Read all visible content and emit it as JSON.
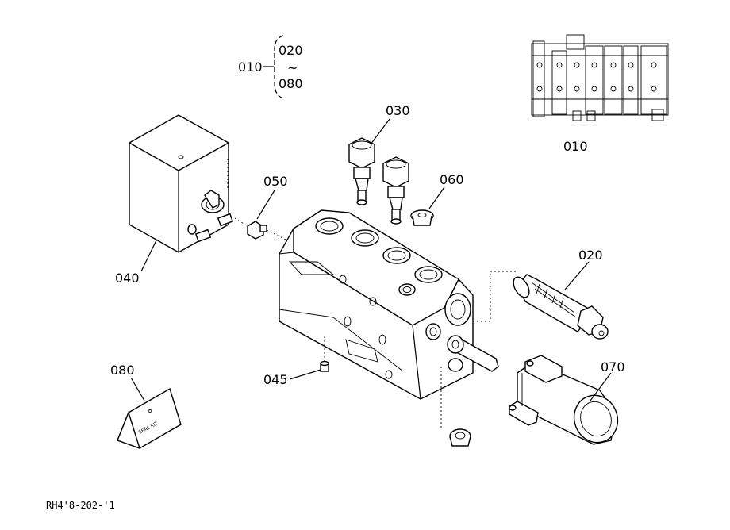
{
  "callouts": {
    "assembly": "010",
    "range_start": "020",
    "range_sep": "~",
    "range_end": "080",
    "inset_label": "010",
    "part_030": "030",
    "part_040": "040",
    "part_050": "050",
    "part_060": "060",
    "part_020": "020",
    "part_045": "045",
    "part_070": "070",
    "part_080": "080"
  },
  "seal_kit_text": "SEAL KIT",
  "drawing_code": "RH4'8-202-'1"
}
